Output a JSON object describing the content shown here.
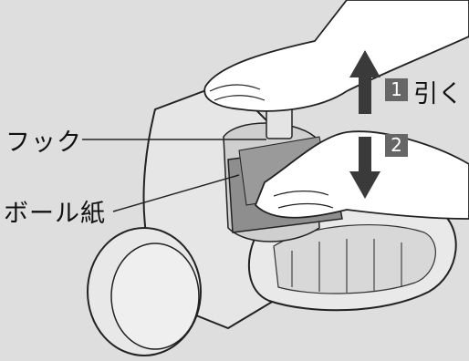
{
  "labels": {
    "hook": "フック",
    "paper": "ボール紙"
  },
  "steps": [
    {
      "number": "1",
      "text": "引く"
    },
    {
      "number": "2",
      "text": ""
    }
  ],
  "colors": {
    "background": "#dedede",
    "line": "#222222",
    "badge": "#666666",
    "arrow": "#3a3a3a",
    "hand": "#ffffff",
    "cardboard": "#8e8e8e"
  },
  "icons": {
    "step1_arrow": "arrow-up-icon",
    "step2_arrow": "arrow-down-icon"
  }
}
